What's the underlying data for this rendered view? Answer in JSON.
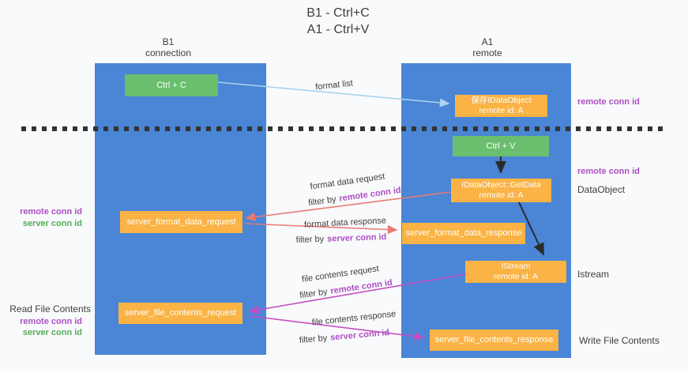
{
  "title": {
    "line1": "B1 - Ctrl+C",
    "line2": "A1 - Ctrl+V"
  },
  "columns": {
    "left": {
      "name": "B1",
      "role": "connection"
    },
    "right": {
      "name": "A1",
      "role": "remote"
    }
  },
  "nodes": {
    "ctrl_c": "Ctrl + C",
    "ctrl_v": "Ctrl + V",
    "save_dataobject": {
      "line1": "保存IDataObject",
      "line2": "remote id: A"
    },
    "getdata": {
      "line1": "IDataObject::GetData",
      "line2": "remote id: A"
    },
    "istream": {
      "line1": "IStream",
      "line2": "remote id: A"
    },
    "format_request": "server_format_data_request",
    "format_response": "server_format_data_response",
    "file_request": "server_file_contents_request",
    "file_response": "server_file_contents_response"
  },
  "flow_labels": {
    "format_list": "format list",
    "format_data_request": "format data request",
    "format_data_response": "format data response",
    "file_contents_request": "file contents request",
    "file_contents_response": "file contents response",
    "filter_by": "filter by",
    "remote_conn_id": "remote conn id",
    "server_conn_id": "server conn id"
  },
  "side_labels": {
    "remote_conn_id": "remote conn id",
    "server_conn_id": "server conn id",
    "dataobject": "DataObject",
    "istream": "Istream",
    "read_file_contents": "Read File Contents",
    "write_file_contents": "Write File Contents"
  },
  "colors": {
    "lifeline_blue": "#4a85d6",
    "node_green": "#6abf6e",
    "node_orange": "#fab344",
    "arrow_light_blue": "#a9d3ee",
    "arrow_black": "#2b2b2b",
    "arrow_salmon": "#e97a72",
    "arrow_magenta": "#c44ec4",
    "accent_purple": "#ad4fc4",
    "accent_green": "#55ab59"
  }
}
